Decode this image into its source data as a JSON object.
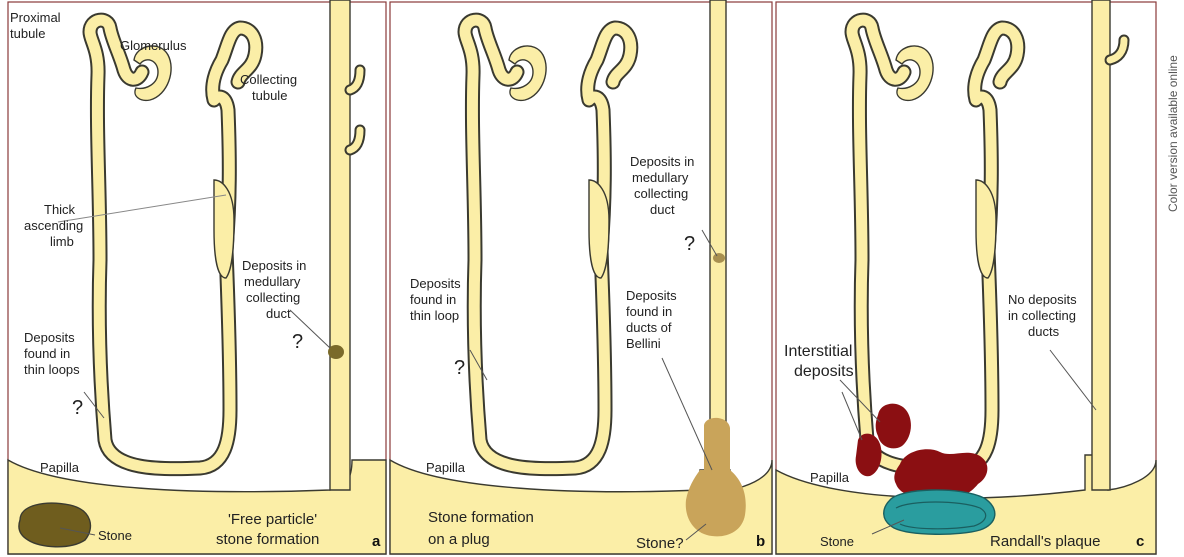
{
  "colors": {
    "tubule": "#fbeea7",
    "tubule_edge": "#3a3a30",
    "papilla": "#fbeea7",
    "background": "#ffffff",
    "panel_border": "#8a3a3a",
    "free_stone": "#6f5d1e",
    "plug_stone": "#c9a45a",
    "interstitial": "#8b0f12",
    "randall_stone": "#2a9d9f",
    "medullary_deposit": "#7a6a2a"
  },
  "credit": "Color version available online",
  "panels": {
    "a": {
      "letter": "a",
      "labels": {
        "proximal": "Proximal",
        "tubule": "tubule",
        "glomerulus": "Glomerulus",
        "collecting": "Collecting",
        "collecting_tubule": "tubule",
        "thick": "Thick",
        "ascending": "ascending",
        "limb": "limb",
        "deposits_in": "Deposits in",
        "medullary": "medullary",
        "collecting2": "collecting",
        "duct": "duct",
        "deposits": "Deposits",
        "found_in": "found in",
        "thin_loops": "thin loops",
        "papilla": "Papilla",
        "stone": "Stone",
        "caption1": "'Free particle'",
        "caption2": "stone formation"
      },
      "q1": "?",
      "q2": "?"
    },
    "b": {
      "letter": "b",
      "labels": {
        "deposits_in": "Deposits in",
        "medullary": "medullary",
        "collecting": "collecting",
        "duct": "duct",
        "deposits": "Deposits",
        "found_in": "found in",
        "thin_loop": "thin loop",
        "deposits2": "Deposits",
        "found_in2": "found in",
        "ducts_of": "ducts of",
        "bellini": "Bellini",
        "papilla": "Papilla",
        "caption1": "Stone formation",
        "caption2": "on a plug",
        "stone": "Stone?"
      },
      "q1": "?",
      "q2": "?"
    },
    "c": {
      "letter": "c",
      "labels": {
        "no_deposits": "No deposits",
        "in_collecting": "in collecting",
        "ducts": "ducts",
        "interstitial": "Interstitial",
        "deposits": "deposits",
        "papilla": "Papilla",
        "stone": "Stone",
        "randall": "Randall's plaque"
      }
    }
  }
}
